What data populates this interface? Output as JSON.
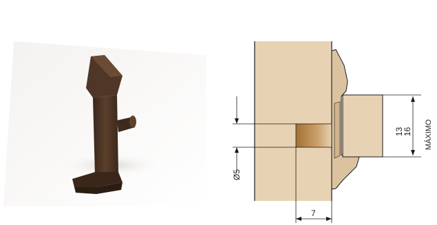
{
  "dimensions": {
    "hole_diameter": "Ø5",
    "depth": "7",
    "thickness_min": "13",
    "thickness_max": "16",
    "max_label": "MÁXIMO"
  },
  "colors": {
    "panel": "#e7d2b4",
    "panel_edge": "#1a1a1a",
    "hole": "#b98a4c",
    "support": "#dcc3a0",
    "product": "#4a3323"
  }
}
